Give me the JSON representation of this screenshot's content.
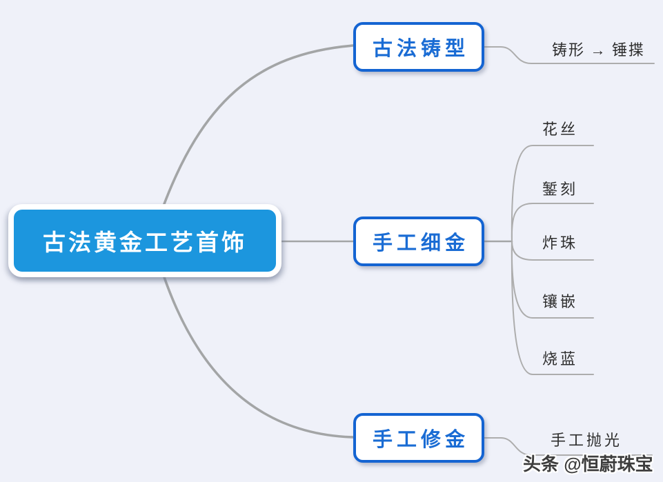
{
  "diagram": {
    "type": "mindmap",
    "root": {
      "label": "古法黄金工艺首饰"
    },
    "branches": [
      {
        "label": "古法铸型",
        "leaves": [
          {
            "label": "铸形 → 锤揲"
          }
        ]
      },
      {
        "label": "手工细金",
        "leaves": [
          {
            "label": "花丝"
          },
          {
            "label": "錾刻"
          },
          {
            "label": "炸珠"
          },
          {
            "label": "镶嵌"
          },
          {
            "label": "烧蓝"
          }
        ]
      },
      {
        "label": "手工修金",
        "leaves": [
          {
            "label": "手工抛光"
          }
        ]
      }
    ],
    "watermark": "头条 @恒蔚珠宝"
  },
  "colors": {
    "bg": "#eff1f9",
    "root-fill": "#1c96de",
    "root-text": "#ffffff",
    "node-border": "#1464d2",
    "node-text": "#1a6cd4",
    "connector": "#a3a5a6",
    "leaf-line": "#adadad",
    "leaf-text": "#2e2e2e",
    "watermark-text": "#3d3d3d"
  }
}
